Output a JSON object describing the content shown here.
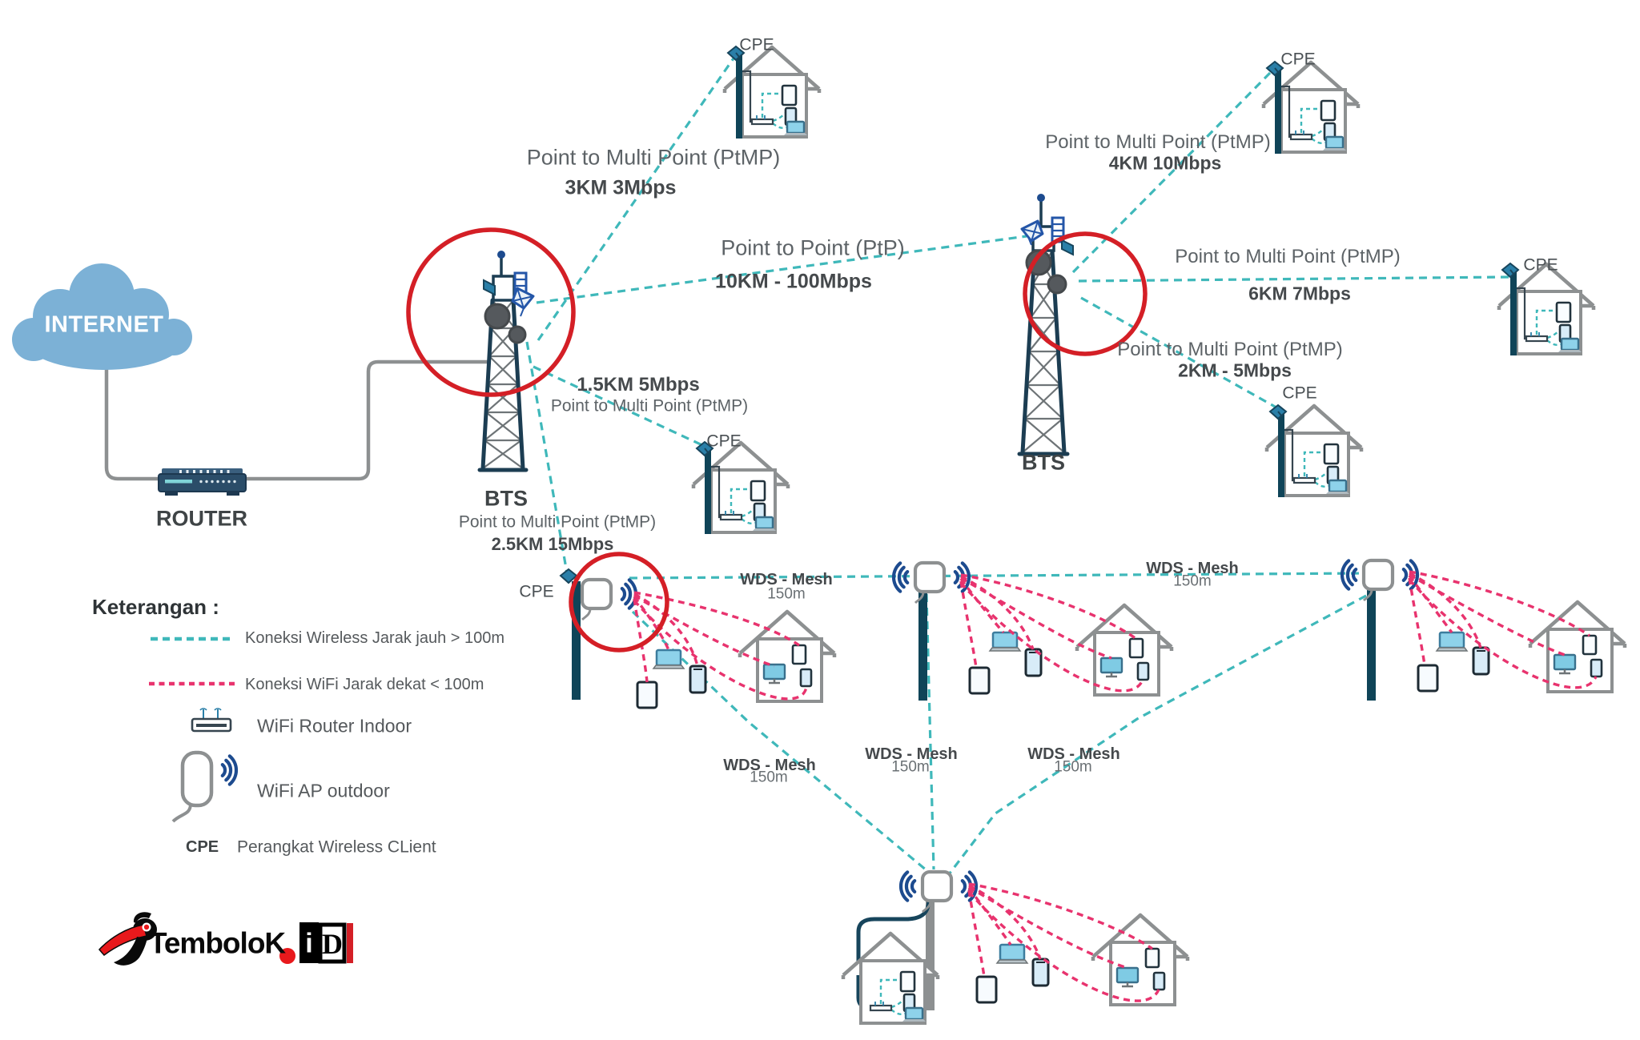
{
  "colors": {
    "teal_link": "#3FB8BA",
    "pink_link": "#E8336E",
    "pole_navy": "#0F4458",
    "tower_navy": "#1C3D52",
    "wifi_blue": "#1D4B8F",
    "highlight_red": "#D41F26",
    "cloud_blue": "#7CB1D6",
    "outline_gray": "#8D9091"
  },
  "nodes": {
    "internet": "INTERNET",
    "router": "ROUTER",
    "bts": "BTS",
    "cpe": "CPE"
  },
  "links": {
    "ptmp_3km": {
      "name": "Point to Multi Point (PtMP)",
      "spec": "3KM 3Mbps"
    },
    "ptp_10km": {
      "name": "Point to Point (PtP)",
      "spec": "10KM - 100Mbps"
    },
    "ptmp_1_5km": {
      "name": "Point to Multi Point (PtMP)",
      "spec": "1.5KM 5Mbps"
    },
    "ptmp_2_5km": {
      "name": "Point to Multi Point (PtMP)",
      "spec": "2.5KM 15Mbps"
    },
    "ptmp_4km": {
      "name": "Point to Multi Point (PtMP)",
      "spec": "4KM 10Mbps"
    },
    "ptmp_6km": {
      "name": "Point to Multi Point (PtMP)",
      "spec": "6KM 7Mbps"
    },
    "ptmp_2km": {
      "name": "Point to Multi Point (PtMP)",
      "spec": "2KM - 5Mbps"
    },
    "wds_mesh": {
      "name": "WDS - Mesh",
      "spec": "150m"
    }
  },
  "legend": {
    "title": "Keterangan :",
    "wireless_far": "Koneksi Wireless Jarak jauh > 100m",
    "wifi_near": "Koneksi WiFi Jarak dekat < 100m",
    "router_indoor": "WiFi Router Indoor",
    "ap_outdoor": "WiFi AP outdoor",
    "cpe_abbr": "CPE",
    "cpe_desc": "Perangkat Wireless CLient"
  },
  "logo": {
    "brand": "TemboloK",
    "tld_i": "i",
    "tld_d": "D"
  }
}
